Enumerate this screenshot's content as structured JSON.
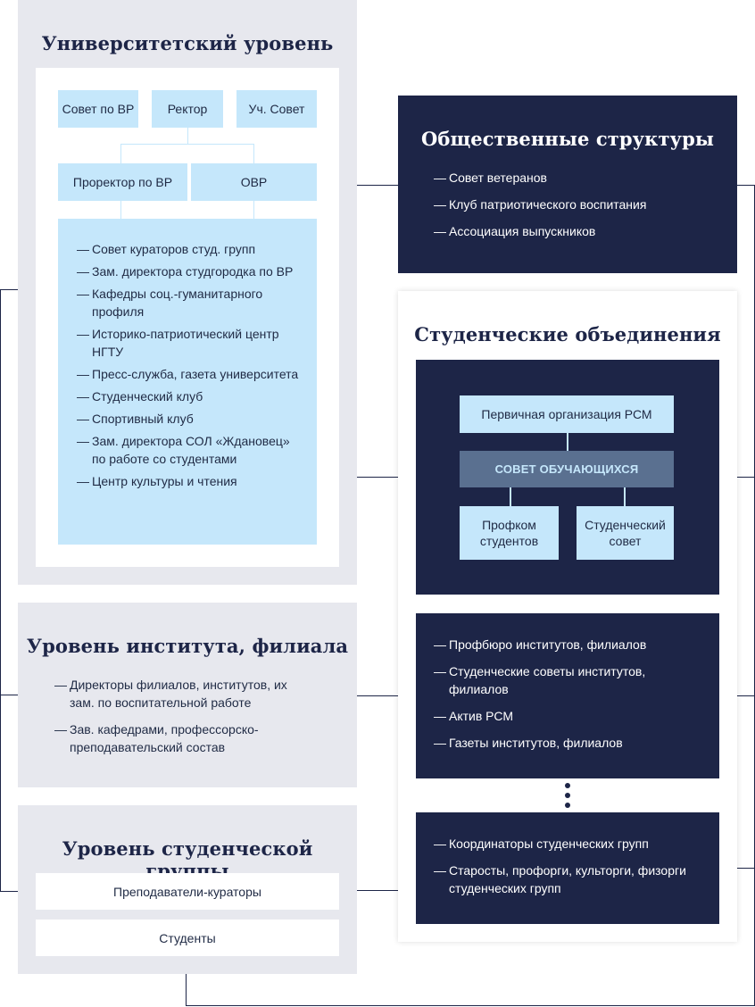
{
  "university": {
    "title": "Университетский уровень",
    "top_boxes": [
      "Совет по ВР",
      "Ректор",
      "Уч. Совет"
    ],
    "mid_boxes": [
      "Проректор по ВР",
      "ОВР"
    ],
    "items": [
      "Совет кураторов студ. групп",
      "Зам. директора студгородка по ВР",
      "Кафедры соц.-гуманитарного профиля",
      "Историко-патриотический центр НГТУ",
      "Пресс-служба, газета университета",
      "Студенческий клуб",
      "Спортивный клуб",
      "Зам. директора СОЛ «Ждановец» по работе со студентами",
      "Центр культуры и чтения"
    ]
  },
  "institute": {
    "title": "Уровень института, филиала",
    "items": [
      "Директоры филиалов, институтов, их зам. по воспитательной работе",
      "Зав. кафедрами, профессорско-преподавательский состав"
    ]
  },
  "group": {
    "title": "Уровень студенческой группы",
    "boxes": [
      "Преподаватели-кураторы",
      "Студенты"
    ]
  },
  "public": {
    "title": "Общественные структуры",
    "items": [
      "Совет ветеранов",
      "Клуб патриотического воспитания",
      "Ассоциация выпускников"
    ]
  },
  "student": {
    "title": "Студенческие объединения",
    "org_box": "Первичная организация РСМ",
    "council_box": "СОВЕТ ОБУЧАЮЩИХСЯ",
    "bottom_boxes": [
      "Профком студентов",
      "Студенческий совет"
    ],
    "institute_items": [
      "Профбюро институтов, филиалов",
      "Студенческие советы институтов, филиалов",
      "Актив РСМ",
      "Газеты институтов, филиалов"
    ],
    "group_items": [
      "Координаторы студенческих групп",
      "Старосты, профорги, культорги, физорги студенческих групп"
    ]
  },
  "colors": {
    "navy": "#1d2547",
    "light_blue": "#c5e7fb",
    "gray_panel": "#e7e8ee",
    "council": "#5a7090"
  }
}
